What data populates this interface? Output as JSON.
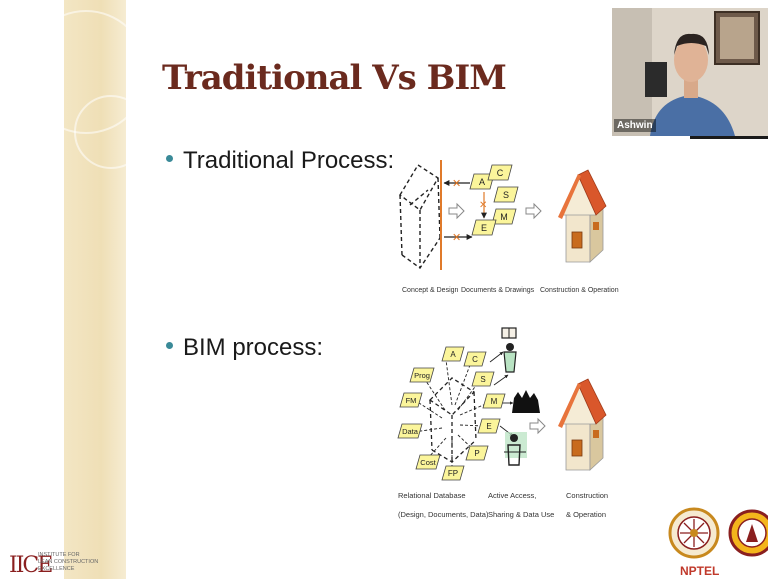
{
  "slide": {
    "title": "Traditional Vs BIM",
    "bullet_traditional": "Traditional Process:",
    "bullet_bim": "BIM process:"
  },
  "traditional_diagram": {
    "nodes": [
      "A",
      "C",
      "S",
      "M",
      "E"
    ],
    "captions": [
      "Concept & Design",
      "Documents & Drawings",
      "Construction & Operation"
    ]
  },
  "bim_diagram": {
    "nodes": [
      "A",
      "C",
      "S",
      "M",
      "E",
      "P",
      "FP",
      "Cost",
      "Data",
      "FM",
      "Prog"
    ],
    "captions": {
      "database_line1": "Relational Database",
      "database_line2": "(Design, Documents, Data)",
      "access_line1": "Active Access,",
      "access_line2": "Sharing & Data Use",
      "construction_line1": "Construction",
      "construction_line2": "& Operation"
    }
  },
  "webcam": {
    "name": "Ashwin"
  },
  "footer": {
    "ilce_logo_text": "IICE",
    "ilce_caption": [
      "INSTITUTE FOR",
      "LEAN CONSTRUCTION",
      "EXCELLENCE"
    ],
    "nptel_label": "NPTEL"
  },
  "colors": {
    "title": "#6b2a1e",
    "bullet": "#3a8a98",
    "node_fill": "#fbf59b",
    "roof": "#d9572b"
  }
}
